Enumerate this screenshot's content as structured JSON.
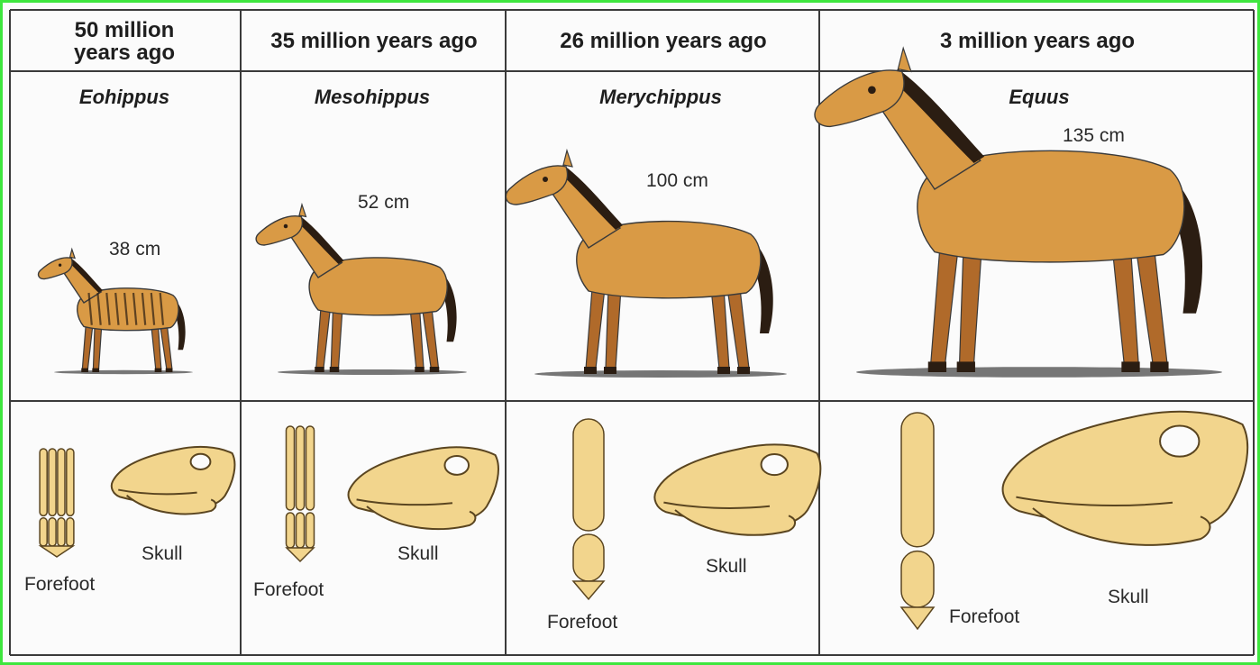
{
  "colors": {
    "outline": "#3a3a3a",
    "frame_border": "#3ee63e",
    "coat": "#d99a45",
    "coat_dark": "#b06a2a",
    "mane": "#2b1d12",
    "bone": "#f2d58d",
    "bone_outline": "#5a4520",
    "ground": "#555555"
  },
  "stages": [
    {
      "period": "50 million years ago",
      "species": "Eohippus",
      "height": "38 cm",
      "forefoot_label": "Forefoot",
      "skull_label": "Skull"
    },
    {
      "period": "35 million years ago",
      "species": "Mesohippus",
      "height": "52 cm",
      "forefoot_label": "Forefoot",
      "skull_label": "Skull"
    },
    {
      "period": "26 million years ago",
      "species": "Merychippus",
      "height": "100 cm",
      "forefoot_label": "Forefoot",
      "skull_label": "Skull"
    },
    {
      "period": "3 million years ago",
      "species": "Equus",
      "height": "135 cm",
      "forefoot_label": "Forefoot",
      "skull_label": "Skull"
    }
  ]
}
